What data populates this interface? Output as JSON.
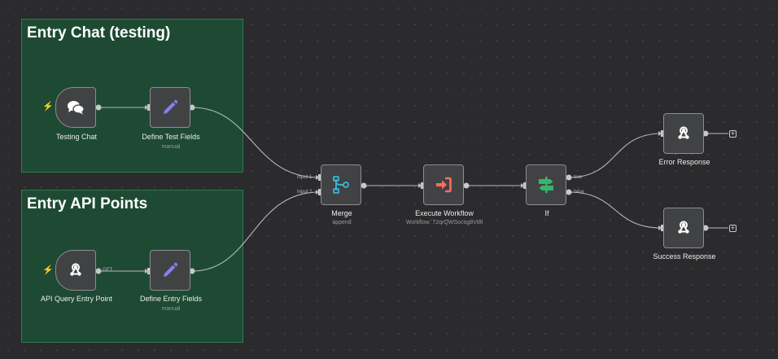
{
  "sticky_notes": [
    {
      "title": "Entry Chat (testing)"
    },
    {
      "title": "Entry API Points"
    }
  ],
  "nodes": {
    "testing_chat": {
      "label": "Testing Chat",
      "icon": "chat-icon"
    },
    "define_test_fields": {
      "label": "Define Test Fields",
      "sub": "manual",
      "icon": "pencil-icon"
    },
    "api_query_entry_point": {
      "label": "API Query Entry Point",
      "icon": "webhook-icon",
      "port_label": "GET"
    },
    "define_entry_fields": {
      "label": "Define Entry Fields",
      "sub": "manual",
      "icon": "pencil-icon"
    },
    "merge": {
      "label": "Merge",
      "sub": "append",
      "icon": "merge-icon",
      "inputs": [
        "Input 1",
        "Input 2"
      ]
    },
    "execute_workflow": {
      "label": "Execute Workflow",
      "sub": "Workflow: 72qrQWSocog8Vt8l",
      "icon": "sign-in-icon"
    },
    "if": {
      "label": "If",
      "icon": "signpost-icon",
      "outputs": [
        "true",
        "false"
      ]
    },
    "error_response": {
      "label": "Error Response",
      "icon": "webhook-icon"
    },
    "success_response": {
      "label": "Success Response",
      "icon": "webhook-icon"
    }
  },
  "colors": {
    "canvas": "#2b2b2d",
    "sticky_bg": "#1e4a33",
    "sticky_border": "#2f7a50",
    "trigger_bolt": "#ff6d4d",
    "pencil": "#8a7cf0",
    "merge": "#3ab8d8",
    "execute": "#ff6d5a",
    "if": "#35b56a"
  }
}
